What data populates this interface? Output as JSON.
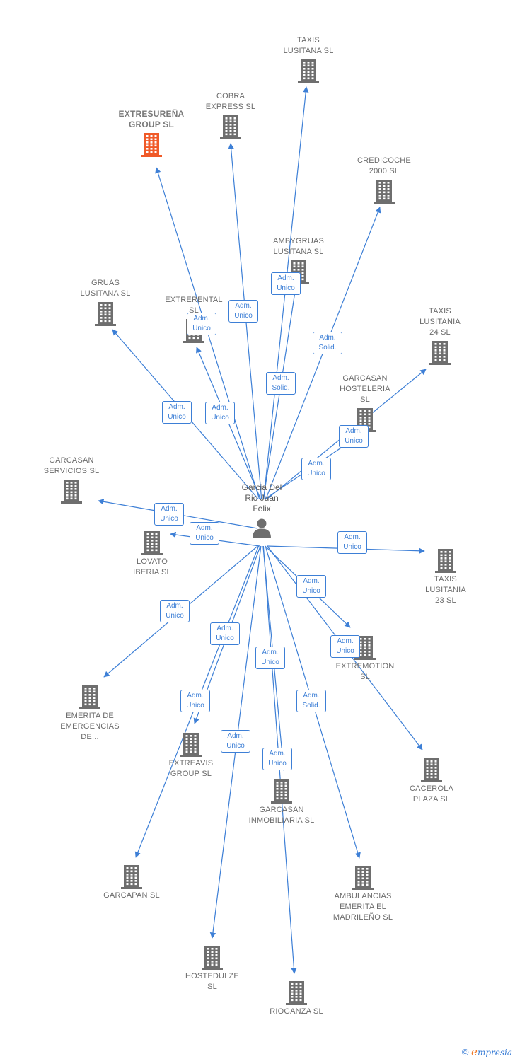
{
  "center": {
    "name": "Garcia Del\nRio Juan\nFelix",
    "icon": "person-icon"
  },
  "colors": {
    "edge": "#3d7fd6",
    "building": "#6e6e6e",
    "highlight": "#f05a28"
  },
  "nodes": [
    {
      "id": "taxis-lusitana",
      "label": "TAXIS\nLUSITANA  SL",
      "role": "Adm.\nUnico"
    },
    {
      "id": "cobra-express",
      "label": "COBRA\nEXPRESS SL",
      "role": "Adm.\nUnico"
    },
    {
      "id": "extresurena-group",
      "label": "EXTRESUREÑA\nGROUP  SL",
      "role": "Adm.\nUnico",
      "highlight": true
    },
    {
      "id": "credicoche-2000",
      "label": "CREDICOCHE\n2000  SL",
      "role": "Adm.\nSolid."
    },
    {
      "id": "ambygruas-lusitana",
      "label": "AMBYGRUAS\nLUSITANA SL",
      "role": "Adm.\nSolid."
    },
    {
      "id": "gruas-lusitana",
      "label": "GRUAS\nLUSITANA  SL",
      "role": "Adm.\nUnico"
    },
    {
      "id": "extrerental",
      "label": "EXTRERENTAL\nSL",
      "role": "Adm.\nUnico"
    },
    {
      "id": "taxis-lusitania-24",
      "label": "TAXIS\nLUSITANIA\n24  SL",
      "role": "Adm.\nUnico"
    },
    {
      "id": "garcasan-hosteleria",
      "label": "GARCASAN\nHOSTELERIA\nSL",
      "role": "Adm.\nUnico"
    },
    {
      "id": "garcasan-servicios",
      "label": "GARCASAN\nSERVICIOS SL",
      "role": "Adm.\nUnico"
    },
    {
      "id": "lovato-iberia",
      "label": "LOVATO\nIBERIA SL",
      "role": "Adm.\nUnico"
    },
    {
      "id": "taxis-lusitania-23",
      "label": "TAXIS\nLUSITANIA\n23  SL",
      "role": "Adm.\nUnico"
    },
    {
      "id": "extremotion",
      "label": "EXTREMOTION\nSL",
      "role": "Adm.\nUnico"
    },
    {
      "id": "cacerola-plaza",
      "label": "CACEROLA\nPLAZA  SL",
      "role": "Adm.\nUnico"
    },
    {
      "id": "emerita-emergencias",
      "label": "EMERITA DE\nEMERGENCIAS\nDE...",
      "role": "Adm.\nUnico"
    },
    {
      "id": "extreavis-group",
      "label": "EXTREAVIS\nGROUP  SL",
      "role": "Adm.\nUnico"
    },
    {
      "id": "garcasan-inmobiliaria",
      "label": "GARCASAN\nINMOBILIARIA SL",
      "role": "Adm.\nUnico"
    },
    {
      "id": "garcapan",
      "label": "GARCAPAN SL",
      "role": "Adm.\nUnico"
    },
    {
      "id": "ambulancias-emerita",
      "label": "AMBULANCIAS\nEMERITA EL\nMADRILEÑO SL",
      "role": "Adm.\nSolid."
    },
    {
      "id": "hostedulze",
      "label": "HOSTEDULZE\nSL",
      "role": "Adm.\nUnico"
    },
    {
      "id": "rioganza",
      "label": "RIOGANZA  SL",
      "role": "Adm.\nUnico"
    }
  ],
  "footer": {
    "copyright": "©",
    "brand_initial": "e",
    "brand_rest": "mpresia"
  }
}
